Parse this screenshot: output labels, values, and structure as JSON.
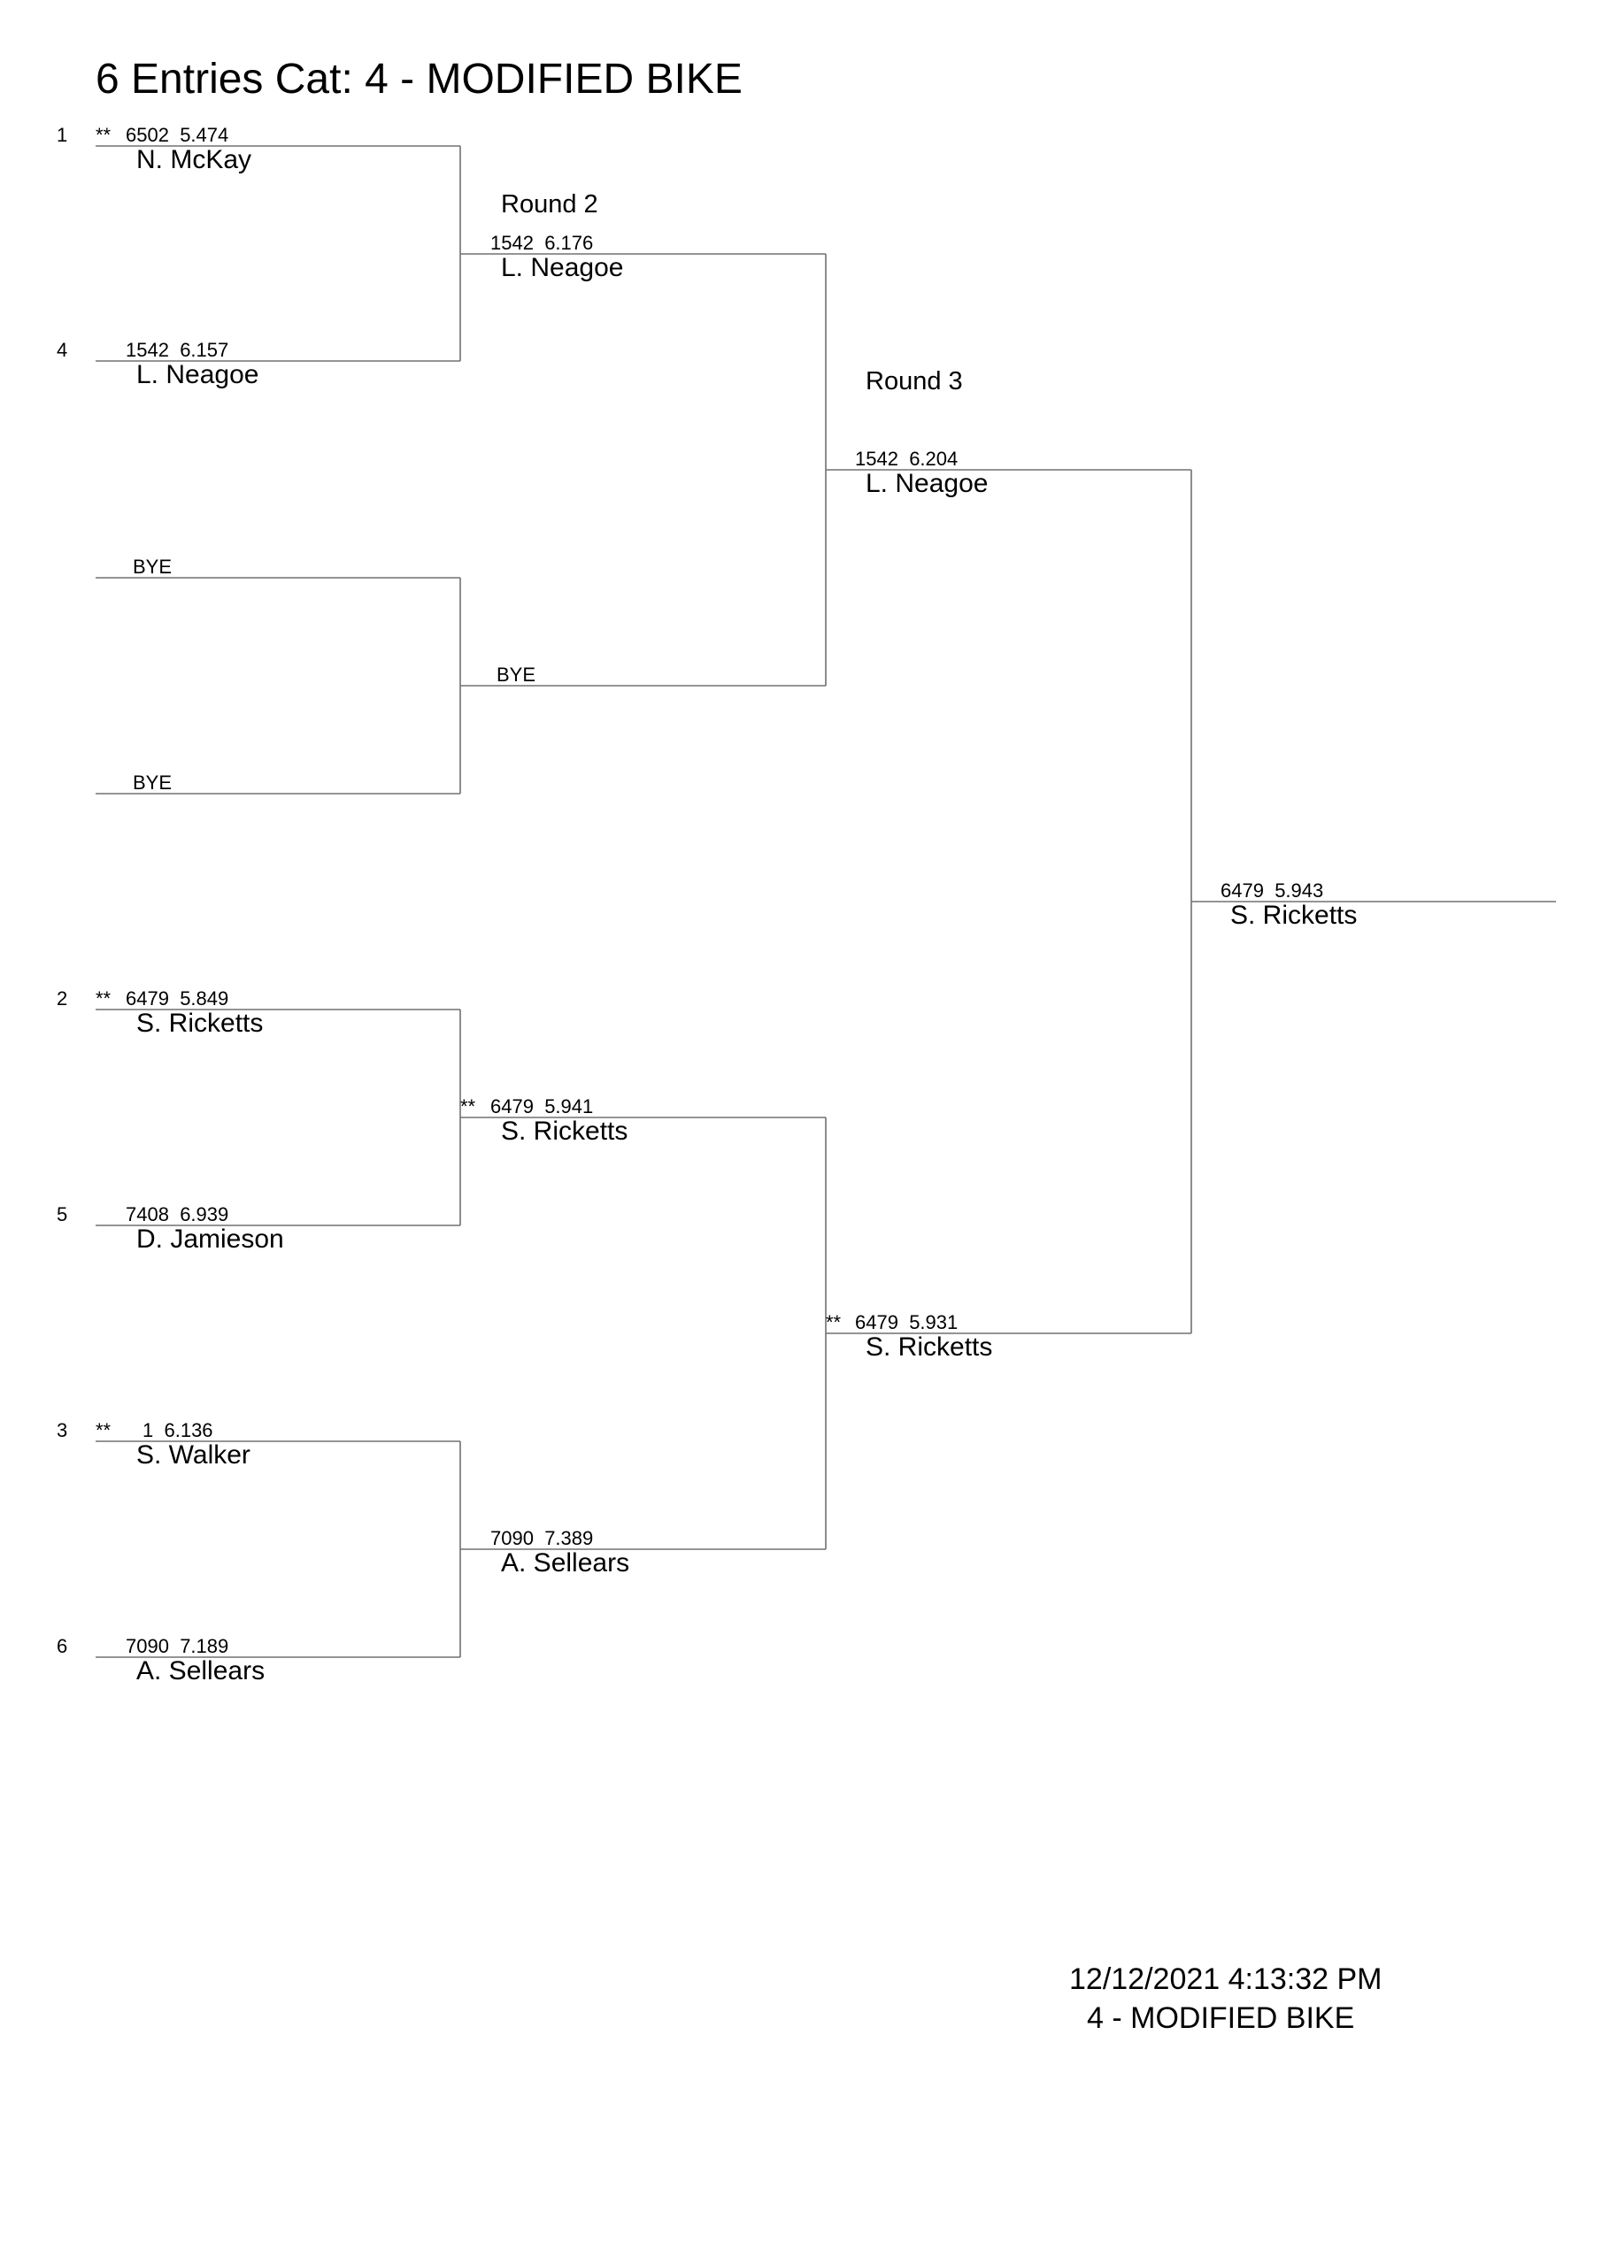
{
  "header": {
    "title": "6 Entries Cat:   4 - MODIFIED BIKE"
  },
  "rounds": {
    "round2_label": "Round 2",
    "round3_label": "Round 3"
  },
  "round1": [
    {
      "seed": "1",
      "flag": "**",
      "number": "6502",
      "time": "5.474",
      "name": "N. McKay"
    },
    {
      "seed": "4",
      "flag": "",
      "number": "1542",
      "time": "6.157",
      "name": "L. Neagoe"
    },
    {
      "bye": "BYE"
    },
    {
      "bye": "BYE"
    },
    {
      "seed": "2",
      "flag": "**",
      "number": "6479",
      "time": "5.849",
      "name": "S. Ricketts"
    },
    {
      "seed": "5",
      "flag": "",
      "number": "7408",
      "time": "6.939",
      "name": "D. Jamieson"
    },
    {
      "seed": "3",
      "flag": "**",
      "number": "1",
      "time": "6.136",
      "name": "S. Walker"
    },
    {
      "seed": "6",
      "flag": "",
      "number": "7090",
      "time": "7.189",
      "name": "A. Sellears"
    }
  ],
  "round2": [
    {
      "flag": "",
      "number": "1542",
      "time": "6.176",
      "name": "L. Neagoe"
    },
    {
      "bye": "BYE"
    },
    {
      "flag": "**",
      "number": "6479",
      "time": "5.941",
      "name": "S. Ricketts"
    },
    {
      "flag": "",
      "number": "7090",
      "time": "7.389",
      "name": "A. Sellears"
    }
  ],
  "round3": [
    {
      "flag": "",
      "number": "1542",
      "time": "6.204",
      "name": "L. Neagoe"
    },
    {
      "flag": "**",
      "number": "6479",
      "time": "5.931",
      "name": "S. Ricketts"
    }
  ],
  "final": {
    "number": "6479",
    "time": "5.943",
    "name": "S. Ricketts"
  },
  "footer": {
    "timestamp": "12/12/2021 4:13:32 PM",
    "category": "4 - MODIFIED BIKE"
  }
}
